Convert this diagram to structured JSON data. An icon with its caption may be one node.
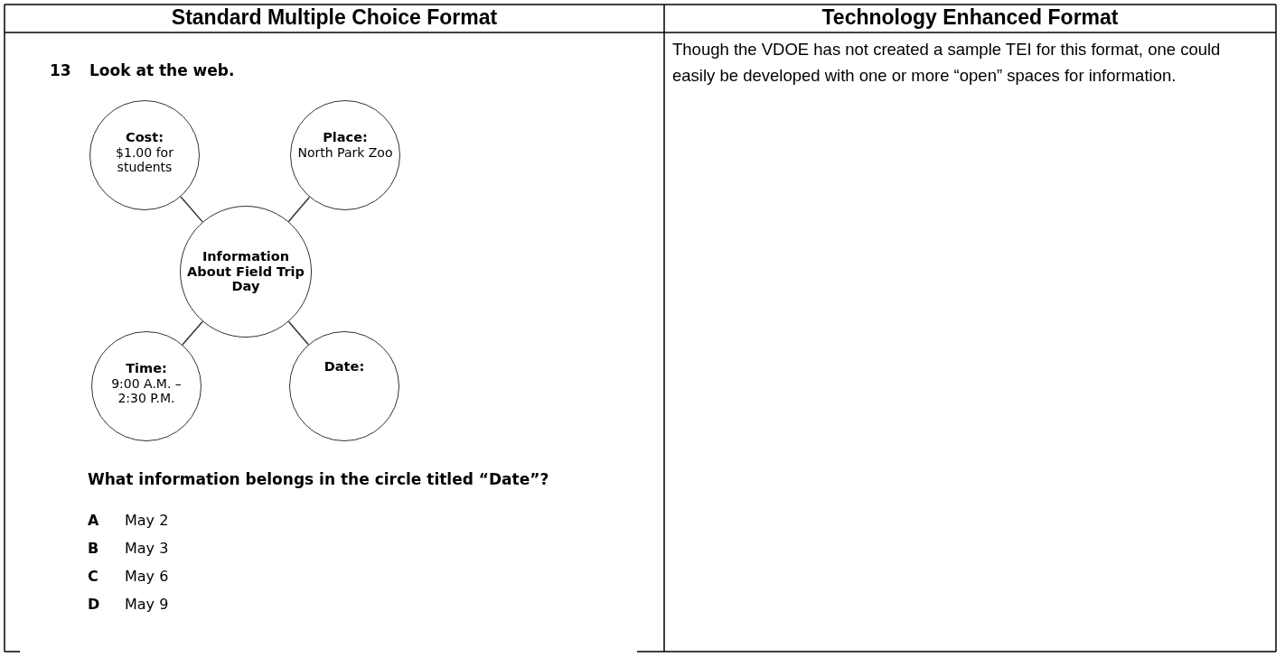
{
  "diagram": {
    "nodes": [
      {
        "text": [
          "Cost:",
          "$1.00 for students"
        ]
      },
      {
        "text": [
          "Place:",
          "North Park Zoo"
        ]
      },
      {
        "text": [
          "Information About Field Trip Day"
        ]
      },
      {
        "text": [
          "Time:",
          "9:00 A.M. – 2:30 P.M."
        ]
      },
      {
        "text": [
          "Date:"
        ]
      }
    ],
    "edges": [
      {
        "from": 2,
        "to": 0,
        "arrow": "none"
      },
      {
        "from": 2,
        "to": 1,
        "arrow": "none"
      },
      {
        "from": 2,
        "to": 3,
        "arrow": "none"
      },
      {
        "from": 2,
        "to": 4,
        "arrow": "none"
      }
    ],
    "labels": [
      "Standard Multiple Choice Format",
      "Technology Enhanced Format",
      "13",
      "Look at the web.",
      "What information belongs in the circle titled “Date”?",
      "A",
      "May 2",
      "B",
      "May 3",
      "C",
      "May 6",
      "D",
      "May 9",
      "Though the VDOE has not created a sample TEI for this format, one could easily be developed with one or more “open” spaces for information."
    ]
  }
}
